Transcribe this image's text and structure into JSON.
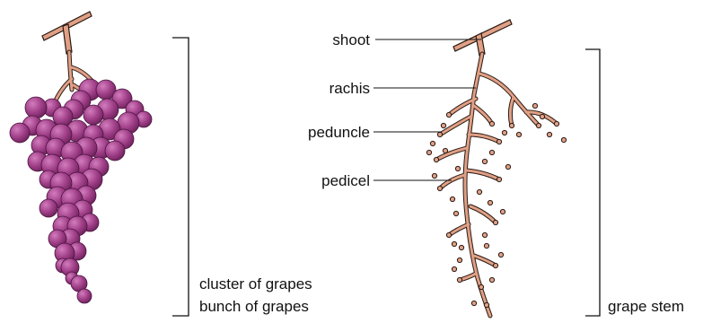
{
  "labels": {
    "shoot": "shoot",
    "rachis": "rachis",
    "peduncle": "peduncle",
    "pedicel": "pedicel"
  },
  "captions": {
    "cluster_line1": "cluster of grapes",
    "cluster_line2": "bunch of grapes",
    "stem": "grape stem"
  },
  "colors": {
    "stem_fill": "#e0a085",
    "stem_outline": "#2a1a14",
    "berry": "#9e3a85",
    "berry_dark": "#5e1b4e",
    "berry_light": "#c96cb2",
    "ink": "#111111"
  }
}
